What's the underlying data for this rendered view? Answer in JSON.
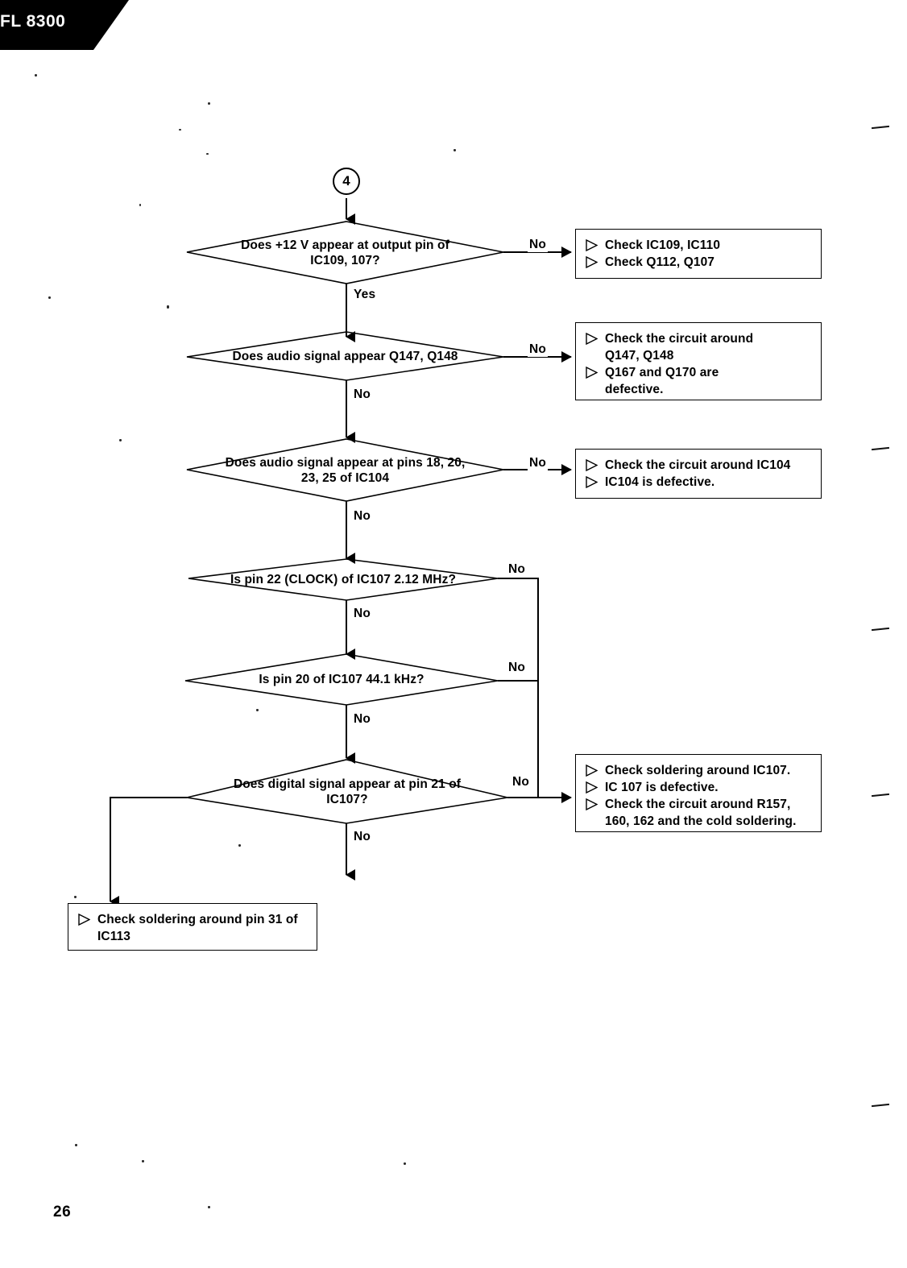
{
  "header": {
    "model_label": "FL 8300"
  },
  "footer": {
    "page_number": "26"
  },
  "diagram": {
    "entry_connector": "4",
    "decisions": [
      {
        "id": "d1",
        "text": "Does +12 V appear at output pin of IC109, 107?",
        "branch_right_label": "No",
        "branch_down_label": "Yes"
      },
      {
        "id": "d2",
        "text": "Does audio signal appear Q147, Q148",
        "branch_right_label": "No",
        "branch_down_label": "No"
      },
      {
        "id": "d3",
        "text": "Does audio signal appear at pins 18, 20, 23, 25 of IC104",
        "branch_right_label": "No",
        "branch_down_label": "No"
      },
      {
        "id": "d4",
        "text": "Is pin 22 (CLOCK) of IC107 2.12 MHz?",
        "branch_right_label": "No",
        "branch_down_label": "No"
      },
      {
        "id": "d5",
        "text": "Is pin 20 of IC107 44.1 kHz?",
        "branch_right_label": "No",
        "branch_down_label": "No"
      },
      {
        "id": "d6",
        "text": "Does digital signal appear at pin 21 of IC107?",
        "branch_right_label": "No",
        "branch_down_label": "No"
      }
    ],
    "action_boxes": [
      {
        "id": "a1",
        "items": [
          {
            "bullet": true,
            "text": "Check IC109, IC110"
          },
          {
            "bullet": true,
            "text": "Check Q112, Q107"
          }
        ]
      },
      {
        "id": "a2",
        "items": [
          {
            "bullet": true,
            "text": "Check the circuit around"
          },
          {
            "bullet": false,
            "text": "Q147, Q148"
          },
          {
            "bullet": true,
            "text": "Q167 and Q170 are"
          },
          {
            "bullet": false,
            "text": "defective."
          }
        ]
      },
      {
        "id": "a3",
        "items": [
          {
            "bullet": true,
            "text": "Check the circuit around IC104"
          },
          {
            "bullet": true,
            "text": "IC104 is defective."
          }
        ]
      },
      {
        "id": "a4",
        "items": [
          {
            "bullet": true,
            "text": "Check soldering around IC107."
          },
          {
            "bullet": true,
            "text": "IC 107 is defective."
          },
          {
            "bullet": true,
            "text": "Check the circuit around R157,"
          },
          {
            "bullet": false,
            "text": "160, 162 and the cold soldering."
          }
        ]
      },
      {
        "id": "a5",
        "items": [
          {
            "bullet": true,
            "text": "Check soldering around pin 31 of"
          },
          {
            "bullet": false,
            "text": "IC113"
          }
        ]
      }
    ]
  },
  "colors": {
    "ink": "#000000",
    "paper": "#ffffff"
  }
}
